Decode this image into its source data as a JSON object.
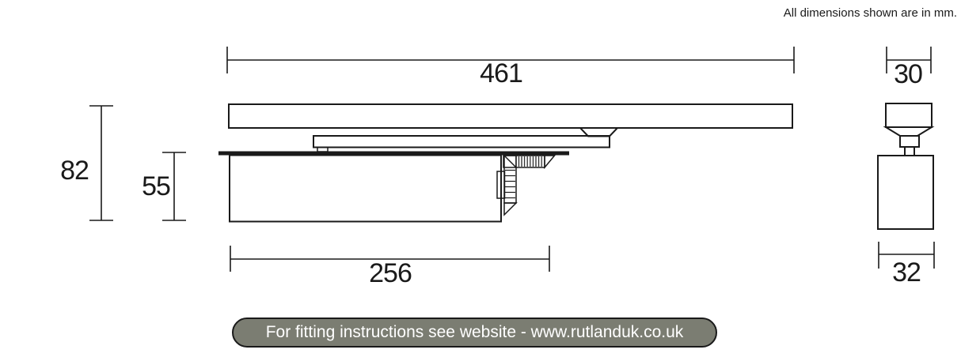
{
  "note": "All dimensions shown are in mm.",
  "dims": {
    "rail_length": "461",
    "overall_height": "82",
    "body_height": "55",
    "body_length": "256",
    "rail_width": "30",
    "body_width": "32"
  },
  "footer": {
    "text": "For fitting instructions see website - www.rutlanduk.co.uk",
    "bg_color": "#7b7d72",
    "text_color": "#ffffff"
  },
  "colors": {
    "line": "#1a1a1a",
    "background": "#ffffff"
  }
}
